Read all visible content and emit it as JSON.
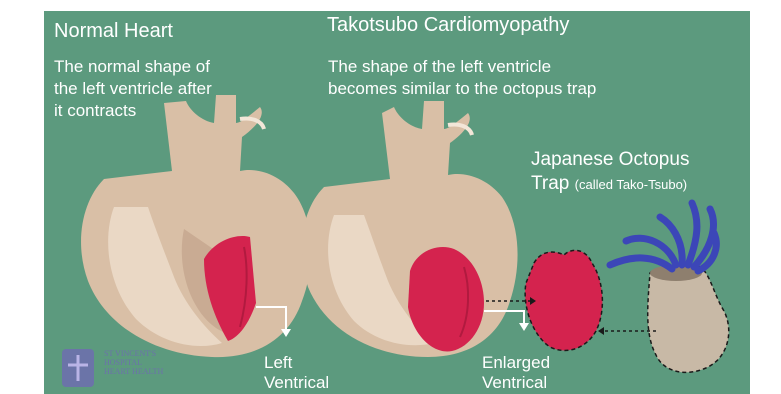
{
  "normal": {
    "title": "Normal Heart",
    "description_lines": [
      "The normal shape of",
      "the left ventricle after",
      "it contracts"
    ]
  },
  "takotsubo": {
    "title": "Takotsubo Cardiomyopathy",
    "description_lines": [
      "The shape of the left ventricle",
      "becomes similar to the octopus trap"
    ]
  },
  "trap": {
    "line1": "Japanese Octopus",
    "line2": "Trap",
    "line2_small": "(called Tako-Tsubo)"
  },
  "labels": {
    "left_ventricle": [
      "Left",
      "Ventrical"
    ],
    "enlarged_ventricle": [
      "Enlarged",
      "Ventrical"
    ]
  },
  "logo": {
    "lines": [
      "ST VINCENT'S",
      "HOSPITAL",
      "HEART HEALTH"
    ]
  },
  "colors": {
    "background": "#5c9a7e",
    "heart": "#d9bfa6",
    "ventricle": "#d4234e",
    "tentacles": "#3c46b8",
    "trap_pot": "#c8b9a6"
  }
}
